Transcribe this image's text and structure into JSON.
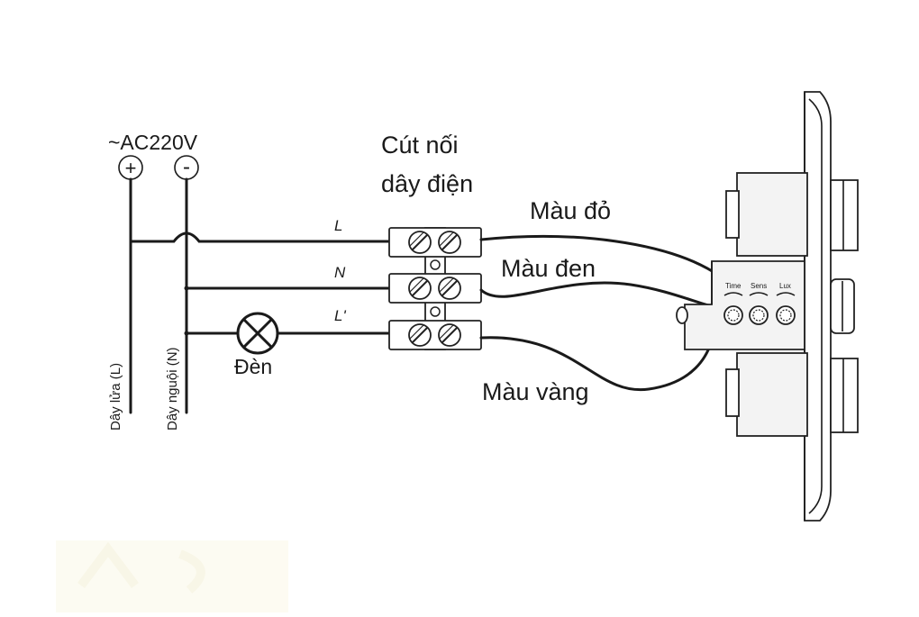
{
  "labels": {
    "supply": "~AC220V",
    "plus_symbol": "+",
    "minus_symbol": "-",
    "connector_line1": "Cút nối",
    "connector_line2": "dây điện",
    "wire_L": "L",
    "wire_N": "N",
    "wire_L_prime": "L'",
    "lamp": "Đèn",
    "live_wire": "Dây lửa (L)",
    "neutral_wire": "Dây nguội (N)",
    "red_wire": "Màu đỏ",
    "black_wire": "Màu đen",
    "yellow_wire": "Màu vàng",
    "knob_time": "Time",
    "knob_sens": "Sens",
    "knob_lux": "Lux"
  }
}
